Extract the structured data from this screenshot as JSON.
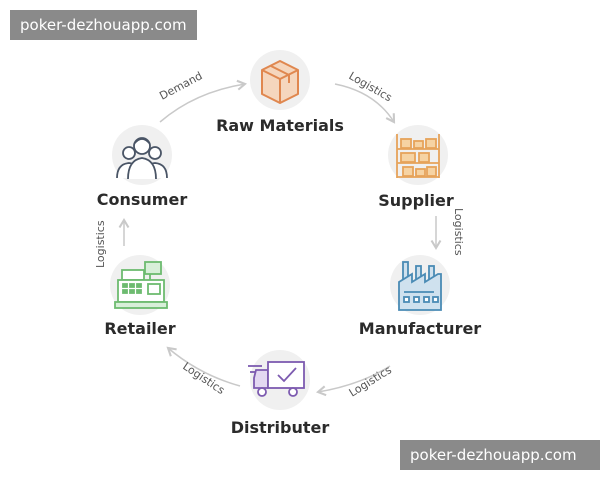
{
  "watermark": {
    "text": "poker-dezhouapp.com"
  },
  "nodes": {
    "raw_materials": "Raw Materials",
    "supplier": "Supplier",
    "manufacturer": "Manufacturer",
    "distributer": "Distributer",
    "retailer": "Retailer",
    "consumer": "Consumer"
  },
  "edges": {
    "demand": "Demand",
    "logistics_1": "Logistics",
    "logistics_2": "Logistics",
    "logistics_3": "Logistics",
    "logistics_4": "Logistics",
    "logistics_5": "Logistics"
  },
  "colors": {
    "raw_materials": "#e0874f",
    "supplier": "#e6a35a",
    "manufacturer": "#4a8bb5",
    "distributer": "#7d5bb0",
    "retailer": "#6dbb70",
    "consumer": "#4a5566"
  },
  "icons": {
    "raw_materials": "box-icon",
    "supplier": "shelf-icon",
    "manufacturer": "factory-icon",
    "distributer": "truck-icon",
    "retailer": "cash-register-icon",
    "consumer": "people-icon"
  }
}
